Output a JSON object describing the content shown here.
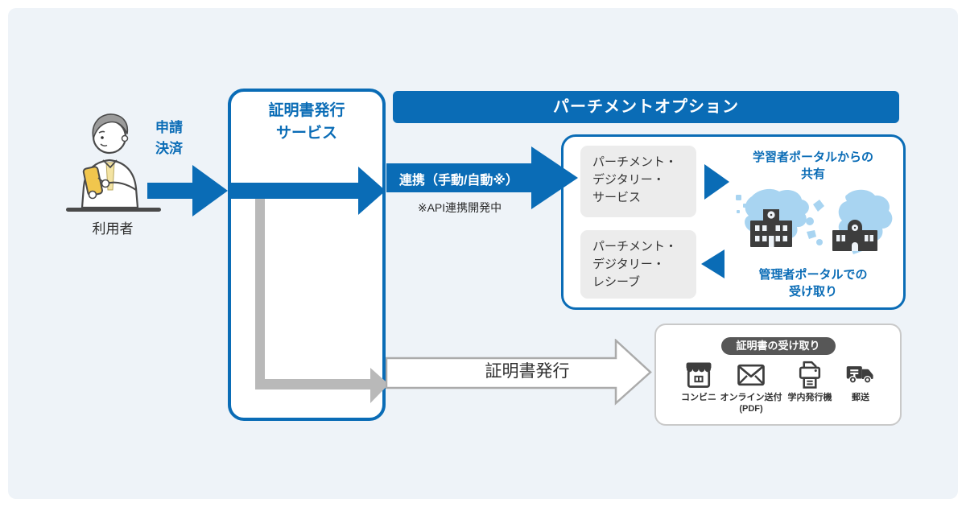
{
  "colors": {
    "primary_blue": "#0a6cb6",
    "panel_bg": "#eef3f8",
    "map_blue": "#a8d4f1",
    "arrow_gray": "#b9b9b9",
    "icon_dark": "#3d3d3d",
    "card_gray": "#ececec",
    "badge_dark": "#575757",
    "text_dark": "#333333"
  },
  "user": {
    "label": "利用者",
    "action_label": "申請\n決済"
  },
  "service_box": {
    "title": "証明書発行\nサービス"
  },
  "parchment": {
    "header": "パーチメントオプション",
    "link_arrow_label": "連携（手動/自動※）",
    "link_note": "※API連携開発中",
    "cards": [
      {
        "label": "パーチメント・\nデジタリー・\nサービス"
      },
      {
        "label": "パーチメント・\nデジタリー・\nレシーブ"
      }
    ],
    "share_caption": "学習者ポータルからの\n共有",
    "receive_caption": "管理者ポータルでの\n受け取り"
  },
  "issuance": {
    "arrow_label": "証明書発行",
    "receipt_title": "証明書の受け取り",
    "methods": [
      {
        "icon": "store-icon",
        "label": "コンビニ"
      },
      {
        "icon": "envelope-icon",
        "label": "オンライン送付\n(PDF)"
      },
      {
        "icon": "printer-icon",
        "label": "学内発行機"
      },
      {
        "icon": "truck-icon",
        "label": "郵送"
      }
    ]
  }
}
